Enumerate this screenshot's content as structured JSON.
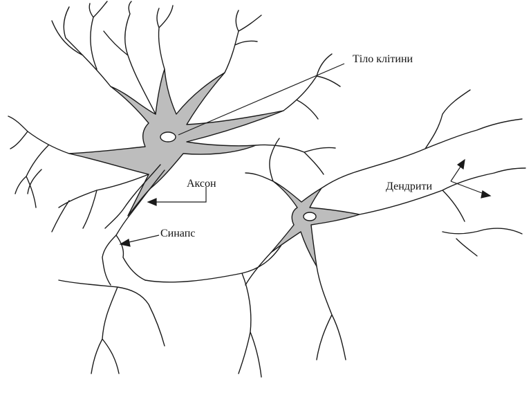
{
  "labels": {
    "cell_body": "Тіло клітини",
    "axon": "Аксон",
    "dendrites": "Дендрити",
    "synapse": "Синапс"
  },
  "colors": {
    "line": "#1a1a1a",
    "soma_fill": "#bdbdbd",
    "nucleus_fill": "#ffffff",
    "background": "#ffffff"
  }
}
